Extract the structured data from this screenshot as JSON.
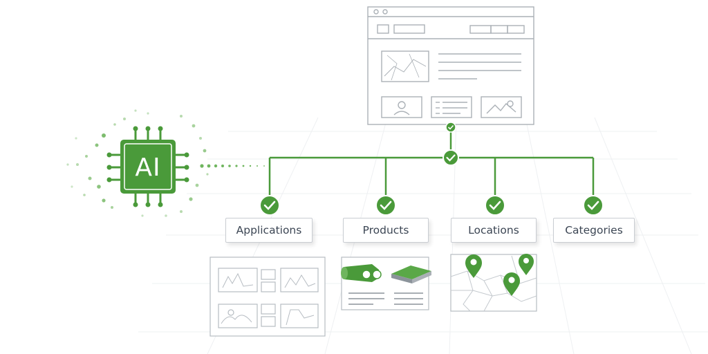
{
  "chip": {
    "label": "AI"
  },
  "categories": [
    {
      "label": "Applications"
    },
    {
      "label": "Products"
    },
    {
      "label": "Locations"
    },
    {
      "label": "Categories"
    }
  ],
  "colors": {
    "accent": "#4a9a3a",
    "accent_dark": "#3b7f2e",
    "line_gray": "#aab0b6",
    "text": "#3c4654",
    "grid": "#eef0f2"
  }
}
